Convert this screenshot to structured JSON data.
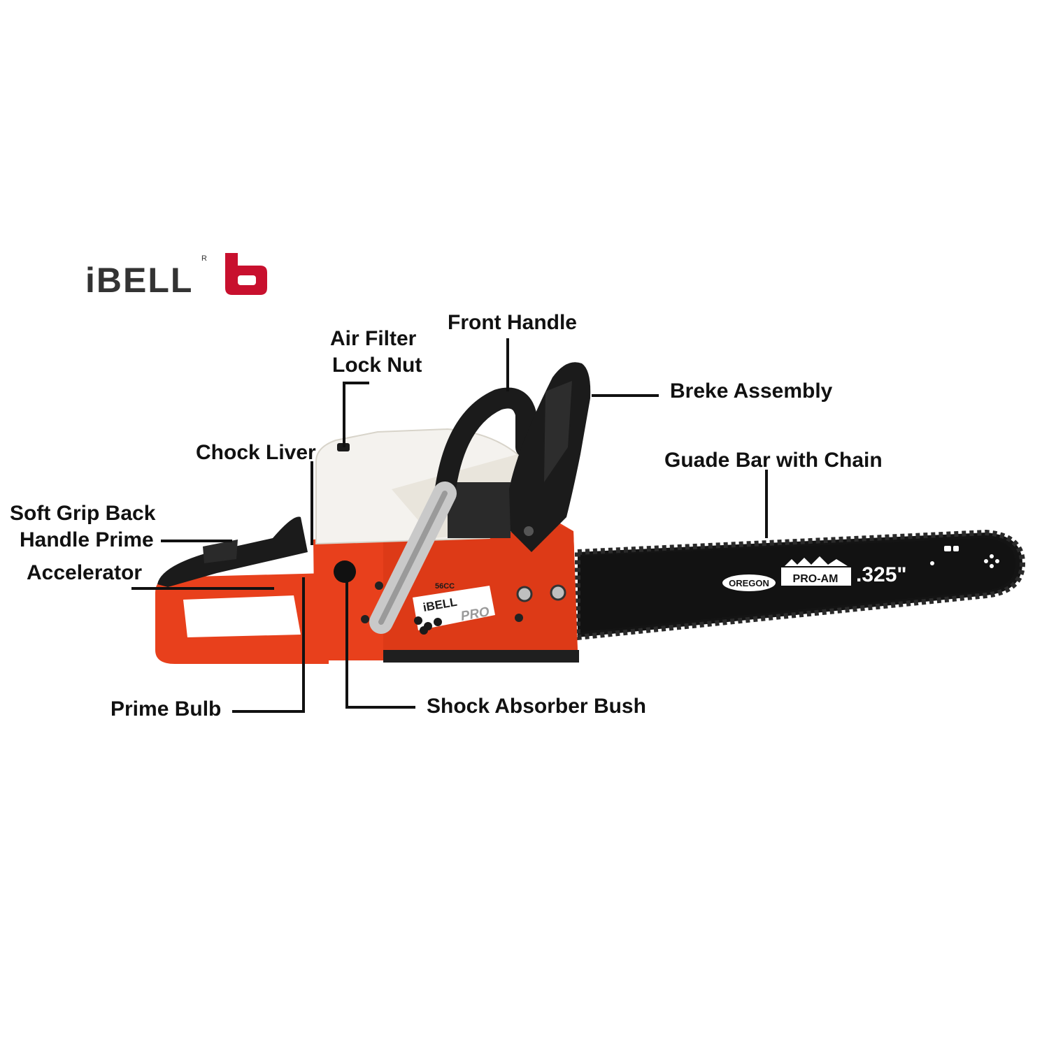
{
  "brand": {
    "name": "iBELL",
    "registered_mark": "R",
    "accent_color": "#c8102e"
  },
  "product": {
    "body_color": "#e8401c",
    "cover_color": "#f4f2ee",
    "handle_color": "#1b1b1b",
    "bar_color": "#141414",
    "engine_label": "56CC",
    "decal_brand": "iBELL",
    "decal_sub": "PRO",
    "bar_brand": "OREGON",
    "bar_series": "PRO-AM",
    "bar_pitch": ".325\""
  },
  "callouts": {
    "front_handle": "Front Handle",
    "air_filter_lock_nut_line1": "Air Filter",
    "air_filter_lock_nut_line2": "Lock Nut",
    "breke_assembly": "Breke Assembly",
    "chock_liver": "Chock Liver",
    "guade_bar_with_chain": "Guade Bar with Chain",
    "soft_grip_line1": "Soft Grip Back",
    "soft_grip_line2": "Handle Prime",
    "accelerator": "Accelerator",
    "prime_bulb": "Prime Bulb",
    "shock_absorber_bush": "Shock Absorber Bush"
  }
}
